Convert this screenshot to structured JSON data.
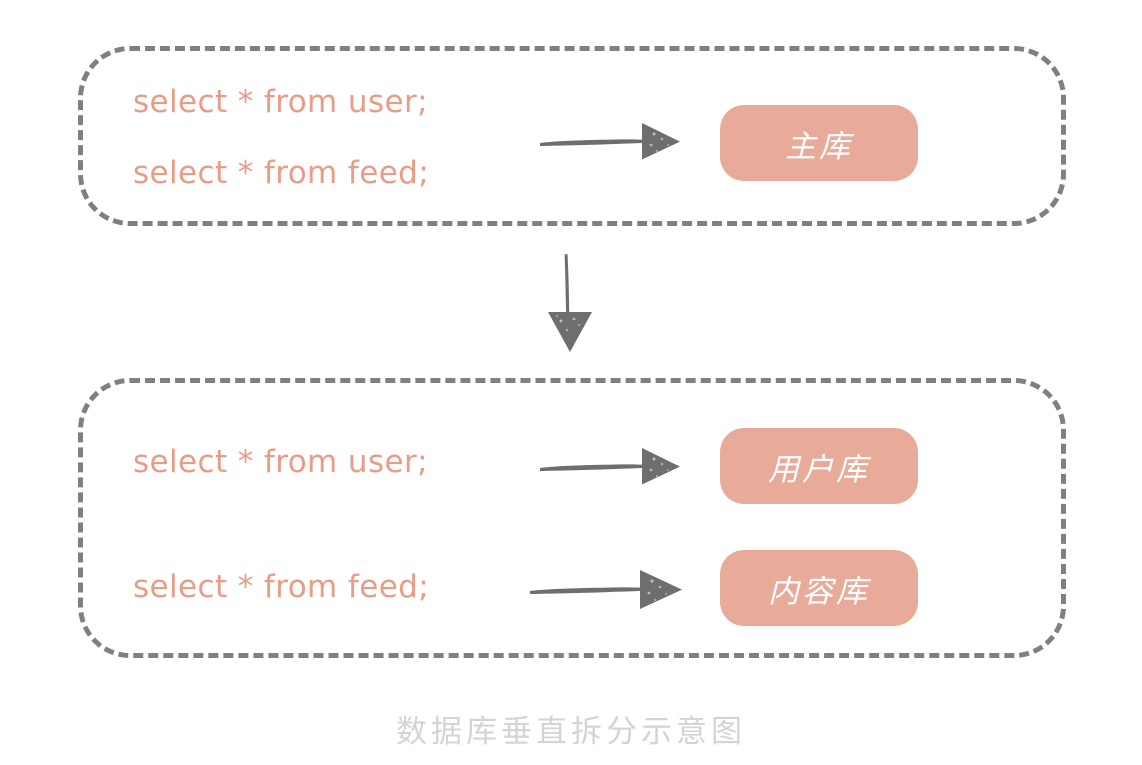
{
  "diagram": {
    "caption": "数据库垂直拆分示意图",
    "colors": {
      "sql_text": "#e79d87",
      "db_box_fill": "#e9ab99",
      "db_box_text": "#ffffff",
      "dashed_border": "#808080",
      "arrow": "#6e6e6e",
      "caption_text": "#d4d4d4",
      "background": "#ffffff"
    },
    "before": {
      "statements": [
        {
          "text": "select * from user;"
        },
        {
          "text": "select * from feed;"
        }
      ],
      "databases": [
        {
          "label": "主库"
        }
      ]
    },
    "after": {
      "statements": [
        {
          "text": "select * from user;"
        },
        {
          "text": "select * from feed;"
        }
      ],
      "databases": [
        {
          "label": "用户库"
        },
        {
          "label": "内容库"
        }
      ]
    },
    "arrows": {
      "top_horizontal": "arrow-right",
      "split_vertical": "arrow-down",
      "bottom_first": "arrow-right",
      "bottom_second": "arrow-right"
    }
  }
}
